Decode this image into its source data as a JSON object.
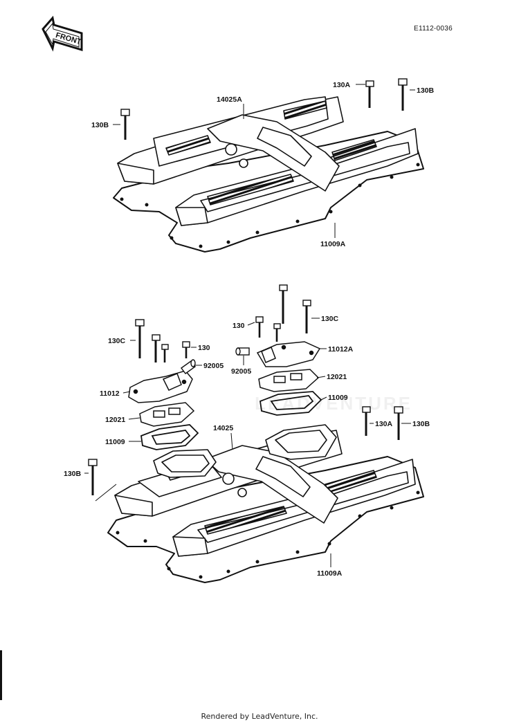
{
  "header": {
    "front_label": "FRONT",
    "doc_id": "E1112-0036"
  },
  "upper_assembly": {
    "labels": [
      "14025A",
      "130A",
      "130B",
      "130B",
      "11009A"
    ]
  },
  "lower_assembly": {
    "labels": [
      "130",
      "130C",
      "11012A",
      "92005",
      "12021",
      "11009",
      "130C",
      "130",
      "92005",
      "11012",
      "12021",
      "11009",
      "14025",
      "130A",
      "130B",
      "130B",
      "11009A"
    ]
  },
  "watermark": "LEADVENTURE",
  "footer": {
    "text": "Rendered by LeadVenture, Inc."
  }
}
